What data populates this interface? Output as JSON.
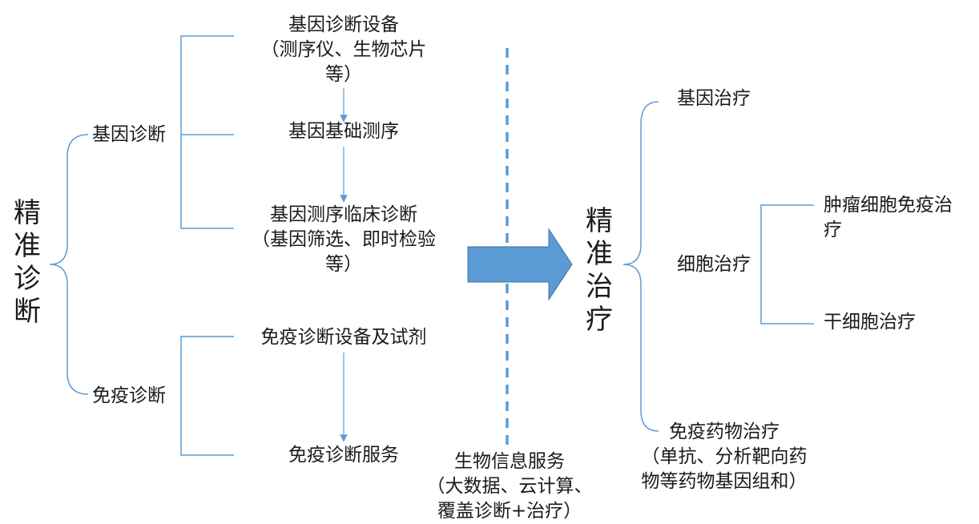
{
  "colors": {
    "line": "#5b9bd5",
    "arrow": "#5b9bd5",
    "dash": "#5b9bd5",
    "text": "#1a1a1a"
  },
  "left": {
    "root": "精准诊断",
    "gene": {
      "label": "基因诊断",
      "steps": [
        "基因诊断设备\n（测序仪、生物芯片\n等）",
        "基因基础测序",
        "基因测序临床诊断\n（基因筛选、即时检验\n等）"
      ]
    },
    "immune": {
      "label": "免疫诊断",
      "steps": [
        "免疫诊断设备及试剂",
        "免疫诊断服务"
      ]
    }
  },
  "middle": {
    "bio_service": "生物信息服务\n（大数据、云计算、\n覆盖诊断+治疗）"
  },
  "right": {
    "root": "精准治疗",
    "gene_therapy": "基因治疗",
    "cell_therapy": {
      "label": "细胞治疗",
      "children": [
        "肿瘤细胞免疫治\n疗",
        "干细胞治疗"
      ]
    },
    "immune_drug": "免疫药物治疗\n（单抗、分析靶向药\n物等药物基因组和）"
  }
}
